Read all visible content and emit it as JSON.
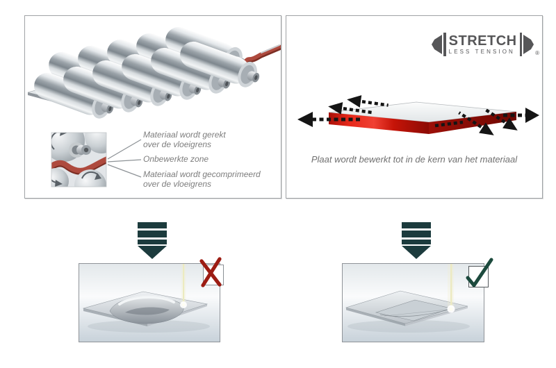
{
  "left_panel": {
    "title": "roller-leveling-process",
    "labels": [
      {
        "lines": [
          "Materiaal wordt gerekt",
          "over de vloeigrens"
        ]
      },
      {
        "lines": [
          "Onbewerkte zone"
        ]
      },
      {
        "lines": [
          "Materiaal wordt gecomprimeerd",
          "over de vloeigrens"
        ]
      }
    ]
  },
  "right_panel": {
    "logo": {
      "main": "STRETCH",
      "sub": "LESS TENSION",
      "registered": "®"
    },
    "caption": "Plaat wordt bewerkt tot in de kern van het materiaal"
  },
  "results": {
    "left": {
      "icon": "x-mark-icon"
    },
    "right": {
      "icon": "check-mark-icon"
    }
  },
  "colors": {
    "sheet_red": "#ae4a3e",
    "plate_red": "#e6281a",
    "down_arrow_teal": "#1c3b3d",
    "x_mark_red": "#9c1c13",
    "check_mark_green": "#1c4a3d",
    "logo_gray": "#565658",
    "label_gray": "#7d7d7d"
  }
}
